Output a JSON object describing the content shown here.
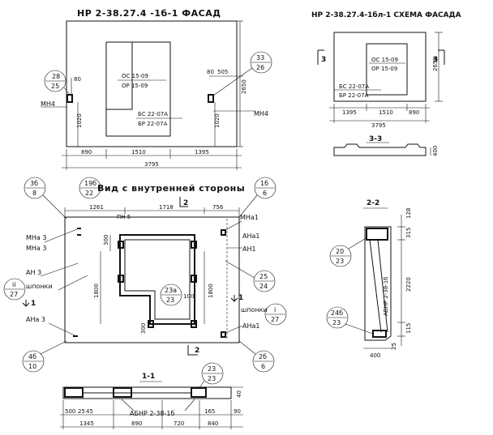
{
  "titles": {
    "facade": "НР 2-38.27.4 -1б-1 ФАСАД",
    "scheme": "НР 2-38.27.4-1бл-1 СХЕМА ФАСАДА",
    "inner_view": "Вид с внутренней стороны",
    "section_33": "3-3",
    "section_22": "2-2",
    "section_11": "1-1"
  },
  "facade": {
    "label_oc": "ОС 15-09",
    "label_op": "ОР 15-09",
    "label_bc": "БС 22-07А",
    "label_bp": "БР 22-07А",
    "mn_left": "МН4",
    "mn_right": "МН4",
    "callout_left_top": "28",
    "callout_left_bottom": "25",
    "callout_right_top": "33",
    "callout_right_bottom": "26",
    "dim_80_left": "80",
    "dim_80_right": "80",
    "dim_505": "505",
    "dim_1020_left": "1020",
    "dim_1020_right": "1020",
    "dim_2650": "2650",
    "dim_890": "890",
    "dim_1510": "1510",
    "dim_1395": "1395",
    "dim_3795": "3795"
  },
  "scheme": {
    "label_oc": "ОС 15-09",
    "label_op": "ОР 15-09",
    "label_bc": "БС 22-07А",
    "label_bp": "БР 22-07А",
    "mark_left": "3",
    "mark_right": "3",
    "dim_2650": "2650",
    "dim_1395": "1395",
    "dim_1510": "1510",
    "dim_890": "890",
    "dim_3795": "3795",
    "dim_400": "400"
  },
  "inner": {
    "callout_tl_top": "3б",
    "callout_tl_bottom": "8",
    "callout_tc_top": "19б",
    "callout_tc_bottom": "22",
    "callout_tr_top": "1б",
    "callout_tr_bottom": "6",
    "callout_l_top": "ii",
    "callout_l_bottom": "27",
    "callout_c_top": "23а",
    "callout_c_bottom": "23",
    "callout_r1_top": "25",
    "callout_r1_bottom": "24",
    "callout_r2_top": "i",
    "callout_r2_bottom": "27",
    "callout_bl_top": "4б",
    "callout_bl_bottom": "10",
    "callout_br_top": "2б",
    "callout_br_bottom": "6",
    "dim_1261": "1261",
    "dim_1718": "1718",
    "dim_756": "756",
    "pn5": "ПН 5",
    "mark_top": "2",
    "mark_bottom": "2",
    "mark_left": "1",
    "mark_right": "1",
    "mna3_a": "МНа 3",
    "mna3_b": "МНа 3",
    "an3": "АН 3",
    "shponki_left": "шпонки",
    "ana3": "АНа 3",
    "mna1": "МНа1",
    "ana1_a": "АНа1",
    "an1": "АН1",
    "shponki_right": "шпонки",
    "ana1_b": "АНа1",
    "dim_300_a": "300",
    "dim_300_b": "300",
    "dim_1800_left": "1800",
    "dim_1800_right": "1800",
    "dim_100": "100"
  },
  "section22": {
    "callout_a_top": "20",
    "callout_a_bottom": "23",
    "callout_b_top": "24б",
    "callout_b_bottom": "23",
    "label": "АБНР 2-38-1б",
    "dim_128": "128",
    "dim_315": "315",
    "dim_2220": "2220",
    "dim_115": "115",
    "dim_25": "25",
    "dim_400": "400"
  },
  "section11": {
    "callout_top": "23",
    "callout_bottom": "23",
    "label": "АБНР 2-38-1б",
    "dim_500": "500",
    "dim_25": "25",
    "dim_45": "45",
    "dim_1345": "1345",
    "dim_890": "890",
    "dim_720": "720",
    "dim_840": "840",
    "dim_165": "165",
    "dim_90": "90",
    "dim_40": "40"
  }
}
